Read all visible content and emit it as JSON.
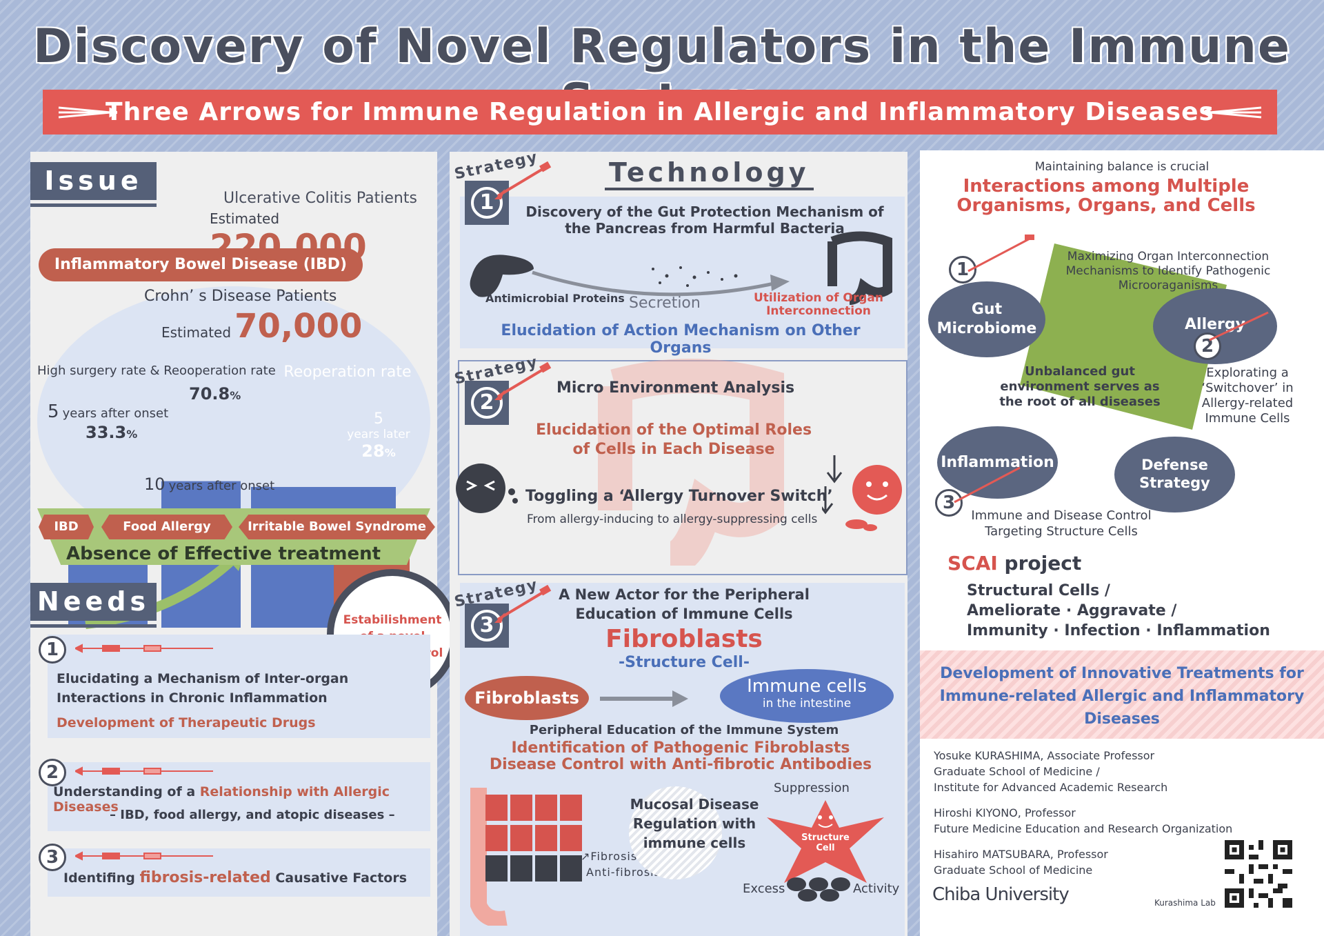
{
  "title": "Discovery of Novel Regulators in the Immune System",
  "banner": "Three Arrows for Immune Regulation in Allergic and Inflammatory Diseases",
  "issue": {
    "tag": "Issue",
    "uc_label": "Ulcerative Colitis Patients",
    "uc_estimated": "Estimated",
    "uc_number": "220,000",
    "ibd_pill": "Inflammatory Bowel Disease (IBD)",
    "crohn_label": "Crohn’ s Disease Patients",
    "crohn_estimated": "Estimated",
    "crohn_number": "70,000",
    "surgery_label": "High surgery rate & Reooperation rate",
    "five_years_num": "5",
    "five_years_text": "years after onset",
    "pct_5": "33.3",
    "pct_10": "70.8",
    "pct_unit": "%",
    "ten_years_num": "10",
    "ten_years_text": "years after onset",
    "reop_label": "Reoperation rate",
    "reop_years_num": "5",
    "reop_years_text": "years later",
    "reop_pct": "28",
    "chips": [
      "IBD",
      "Food Allergy",
      "Irritable Bowel Syndrome"
    ],
    "absence": "Absence of Effective treatment",
    "bar_values": [
      33.3,
      70.8,
      100,
      28
    ]
  },
  "needs": {
    "tag": "Needs",
    "magnifier_text": "Estabilishment of a novel disease control strategy",
    "items": [
      {
        "num": "1",
        "line1": "Elucidating a Mechanism of Inter-organ",
        "line2": "Interactions in Chronic Inflammation",
        "line3": "Development of Therapeutic Drugs"
      },
      {
        "num": "2",
        "pre": "Understanding of a ",
        "hl": "Relationship with Allergic Diseases",
        "line2": "– IBD, food allergy, and atopic diseases –"
      },
      {
        "num": "3",
        "pre": "Identifing ",
        "hl": "fibrosis-related",
        "post": " Causative Factors"
      }
    ]
  },
  "tech": {
    "heading": "Technology",
    "strategy_word": "Strategy",
    "s1": {
      "num": "1",
      "title": "Discovery of the Gut Protection Mechanism of the Pancreas from Harmful Bacteria",
      "antimicrobial": "Antimicrobial Proteins",
      "secretion": "Secretion",
      "utilization": "Utilization of Organ Interconnection",
      "elucidation": "Elucidation of Action Mechanism on Other Organs"
    },
    "s2": {
      "num": "2",
      "micro": "Micro Environment Analysis",
      "optimal": "Elucidation of the Optimal  Roles of Cells in Each Disease",
      "toggle": "Toggling a ‘Allergy Turnover Switch’",
      "from_to": "From allergy-inducing to allergy-suppressing cells"
    },
    "s3": {
      "num": "3",
      "new_actor": "A New Actor for the Peripheral Education of Immune Cells",
      "fibroblasts_big": "Fibroblasts",
      "structure_cell": "-Structure Cell-",
      "fib_pill": "Fibroblasts",
      "immune_cells": "Immune cells",
      "in_intestine": "in the intestine",
      "peripheral": "Peripheral Education of the Immune System",
      "identification": "Identification of Pathogenic Fibroblasts",
      "control": "Disease Control with Anti-fibrotic Antibodies",
      "fibrosis": "Fibrosis",
      "anti_fibrosis": "Anti-fibrosis!",
      "mucosal": "Mucosal Disease Regulation with immune cells",
      "suppression": "Suppression",
      "structure_cell_star": "Structure Cell",
      "excess": "Excess",
      "activity": "Activity"
    }
  },
  "right": {
    "maintaining": "Maintaining balance is crucial",
    "interactions": "Interactions among Multiple Organisms, Organs, and Cells",
    "maximizing": "Maximizing Organ Interconnection Mechanisms to Identify Pathogenic Microoraganisms",
    "gut": "Gut Microbiome",
    "allergy": "Allergy",
    "inflammation": "Inflammation",
    "defense": "Defense Strategy",
    "unbalanced": "Unbalanced gut environment serves as the root of all diseases",
    "exploring": "Explorating a ‘Switchover’ in Allergy-related Immune Cells",
    "immune_disease": "Immune and Disease Control Targeting Structure Cells",
    "scai_red": "SCAI",
    "scai_black": " project",
    "scai_line1": "Structural Cells /",
    "scai_line2": "Ameliorate · Aggravate /",
    "scai_line3": "Immunity · Infection · Inflammation",
    "development": "Development of Innovative Treatments for Immune-related Allergic and Inflammatory Diseases",
    "authors": [
      {
        "name": "Yosuke KURASHIMA, Associate Professor",
        "aff1": "Graduate School of Medicine /",
        "aff2": "Institute for Advanced Academic Research"
      },
      {
        "name": "Hiroshi KIYONO, Professor",
        "aff1": "Future Medicine Education and Research Organization",
        "aff2": ""
      },
      {
        "name": "Hisahiro MATSUBARA, Professor",
        "aff1": "Graduate School of Medicine",
        "aff2": ""
      }
    ],
    "university": "Chiba University",
    "lab": "Kurashima Lab"
  },
  "colors": {
    "red": "#e35a55",
    "slate": "#556078",
    "blue": "#5a78c2",
    "rust": "#c0604e",
    "green": "#8db050"
  }
}
